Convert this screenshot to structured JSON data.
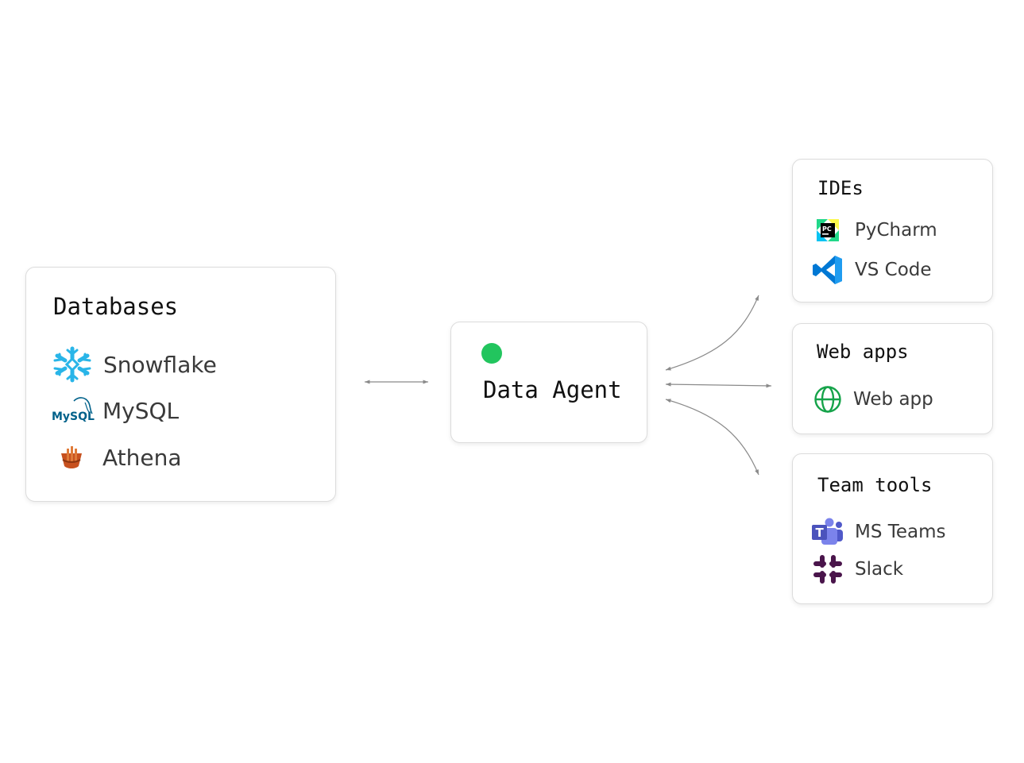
{
  "databases": {
    "title": "Databases",
    "items": [
      {
        "label": "Snowflake",
        "icon": "snowflake-icon"
      },
      {
        "label": "MySQL",
        "icon": "mysql-icon"
      },
      {
        "label": "Athena",
        "icon": "athena-icon"
      }
    ],
    "mysql_icon_text": "MySQL"
  },
  "agent": {
    "title": "Data Agent",
    "status_color": "#22c55e"
  },
  "ides": {
    "title": "IDEs",
    "items": [
      {
        "label": "PyCharm",
        "icon": "pycharm-icon"
      },
      {
        "label": "VS Code",
        "icon": "vscode-icon"
      }
    ],
    "pycharm_icon_text": "PC"
  },
  "webapps": {
    "title": "Web apps",
    "items": [
      {
        "label": "Web app",
        "icon": "globe-icon"
      }
    ]
  },
  "teamtools": {
    "title": "Team tools",
    "items": [
      {
        "label": "MS Teams",
        "icon": "ms-teams-icon"
      },
      {
        "label": "Slack",
        "icon": "slack-icon"
      }
    ],
    "teams_icon_text": "T"
  },
  "colors": {
    "status_green": "#22c55e",
    "snowflake_blue": "#29b5e8",
    "mysql_blue": "#00618a",
    "athena_orange": "#c7511f",
    "vscode_blue": "#0078d4",
    "teams_purple": "#5059c9",
    "slack_aubergine": "#4a154b",
    "globe_green": "#16a34a",
    "connector_gray": "#8a8a8a"
  }
}
